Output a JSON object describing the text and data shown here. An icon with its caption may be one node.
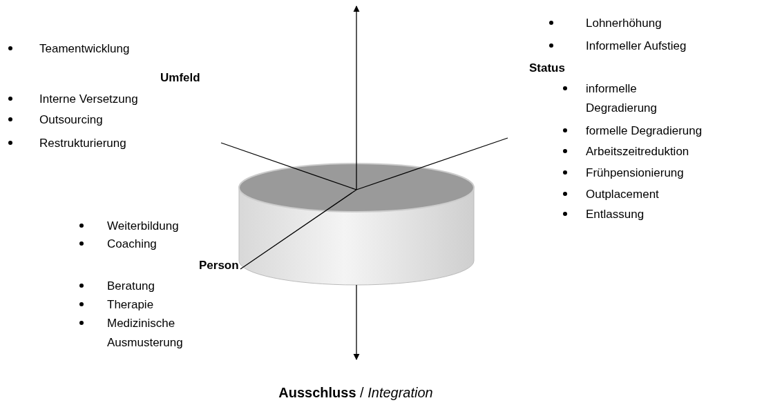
{
  "diagram": {
    "labels": [
      "Teamentwicklung",
      "Umfeld",
      "Interne Versetzung",
      "Outsourcing",
      "Restrukturierung",
      "Lohnerhöhung",
      "Informeller Aufstieg",
      "Status",
      "informelle Degradierung",
      "formelle Degradierung",
      "Arbeitszeitreduktion",
      "Frühpensionierung",
      "Outplacement",
      "Entlassung",
      "Weiterbildung",
      "Coaching",
      "Person",
      "Beratung",
      "Therapie",
      "Medizinische Ausmusterung",
      "**Ausschluss** / *Integration*"
    ]
  }
}
